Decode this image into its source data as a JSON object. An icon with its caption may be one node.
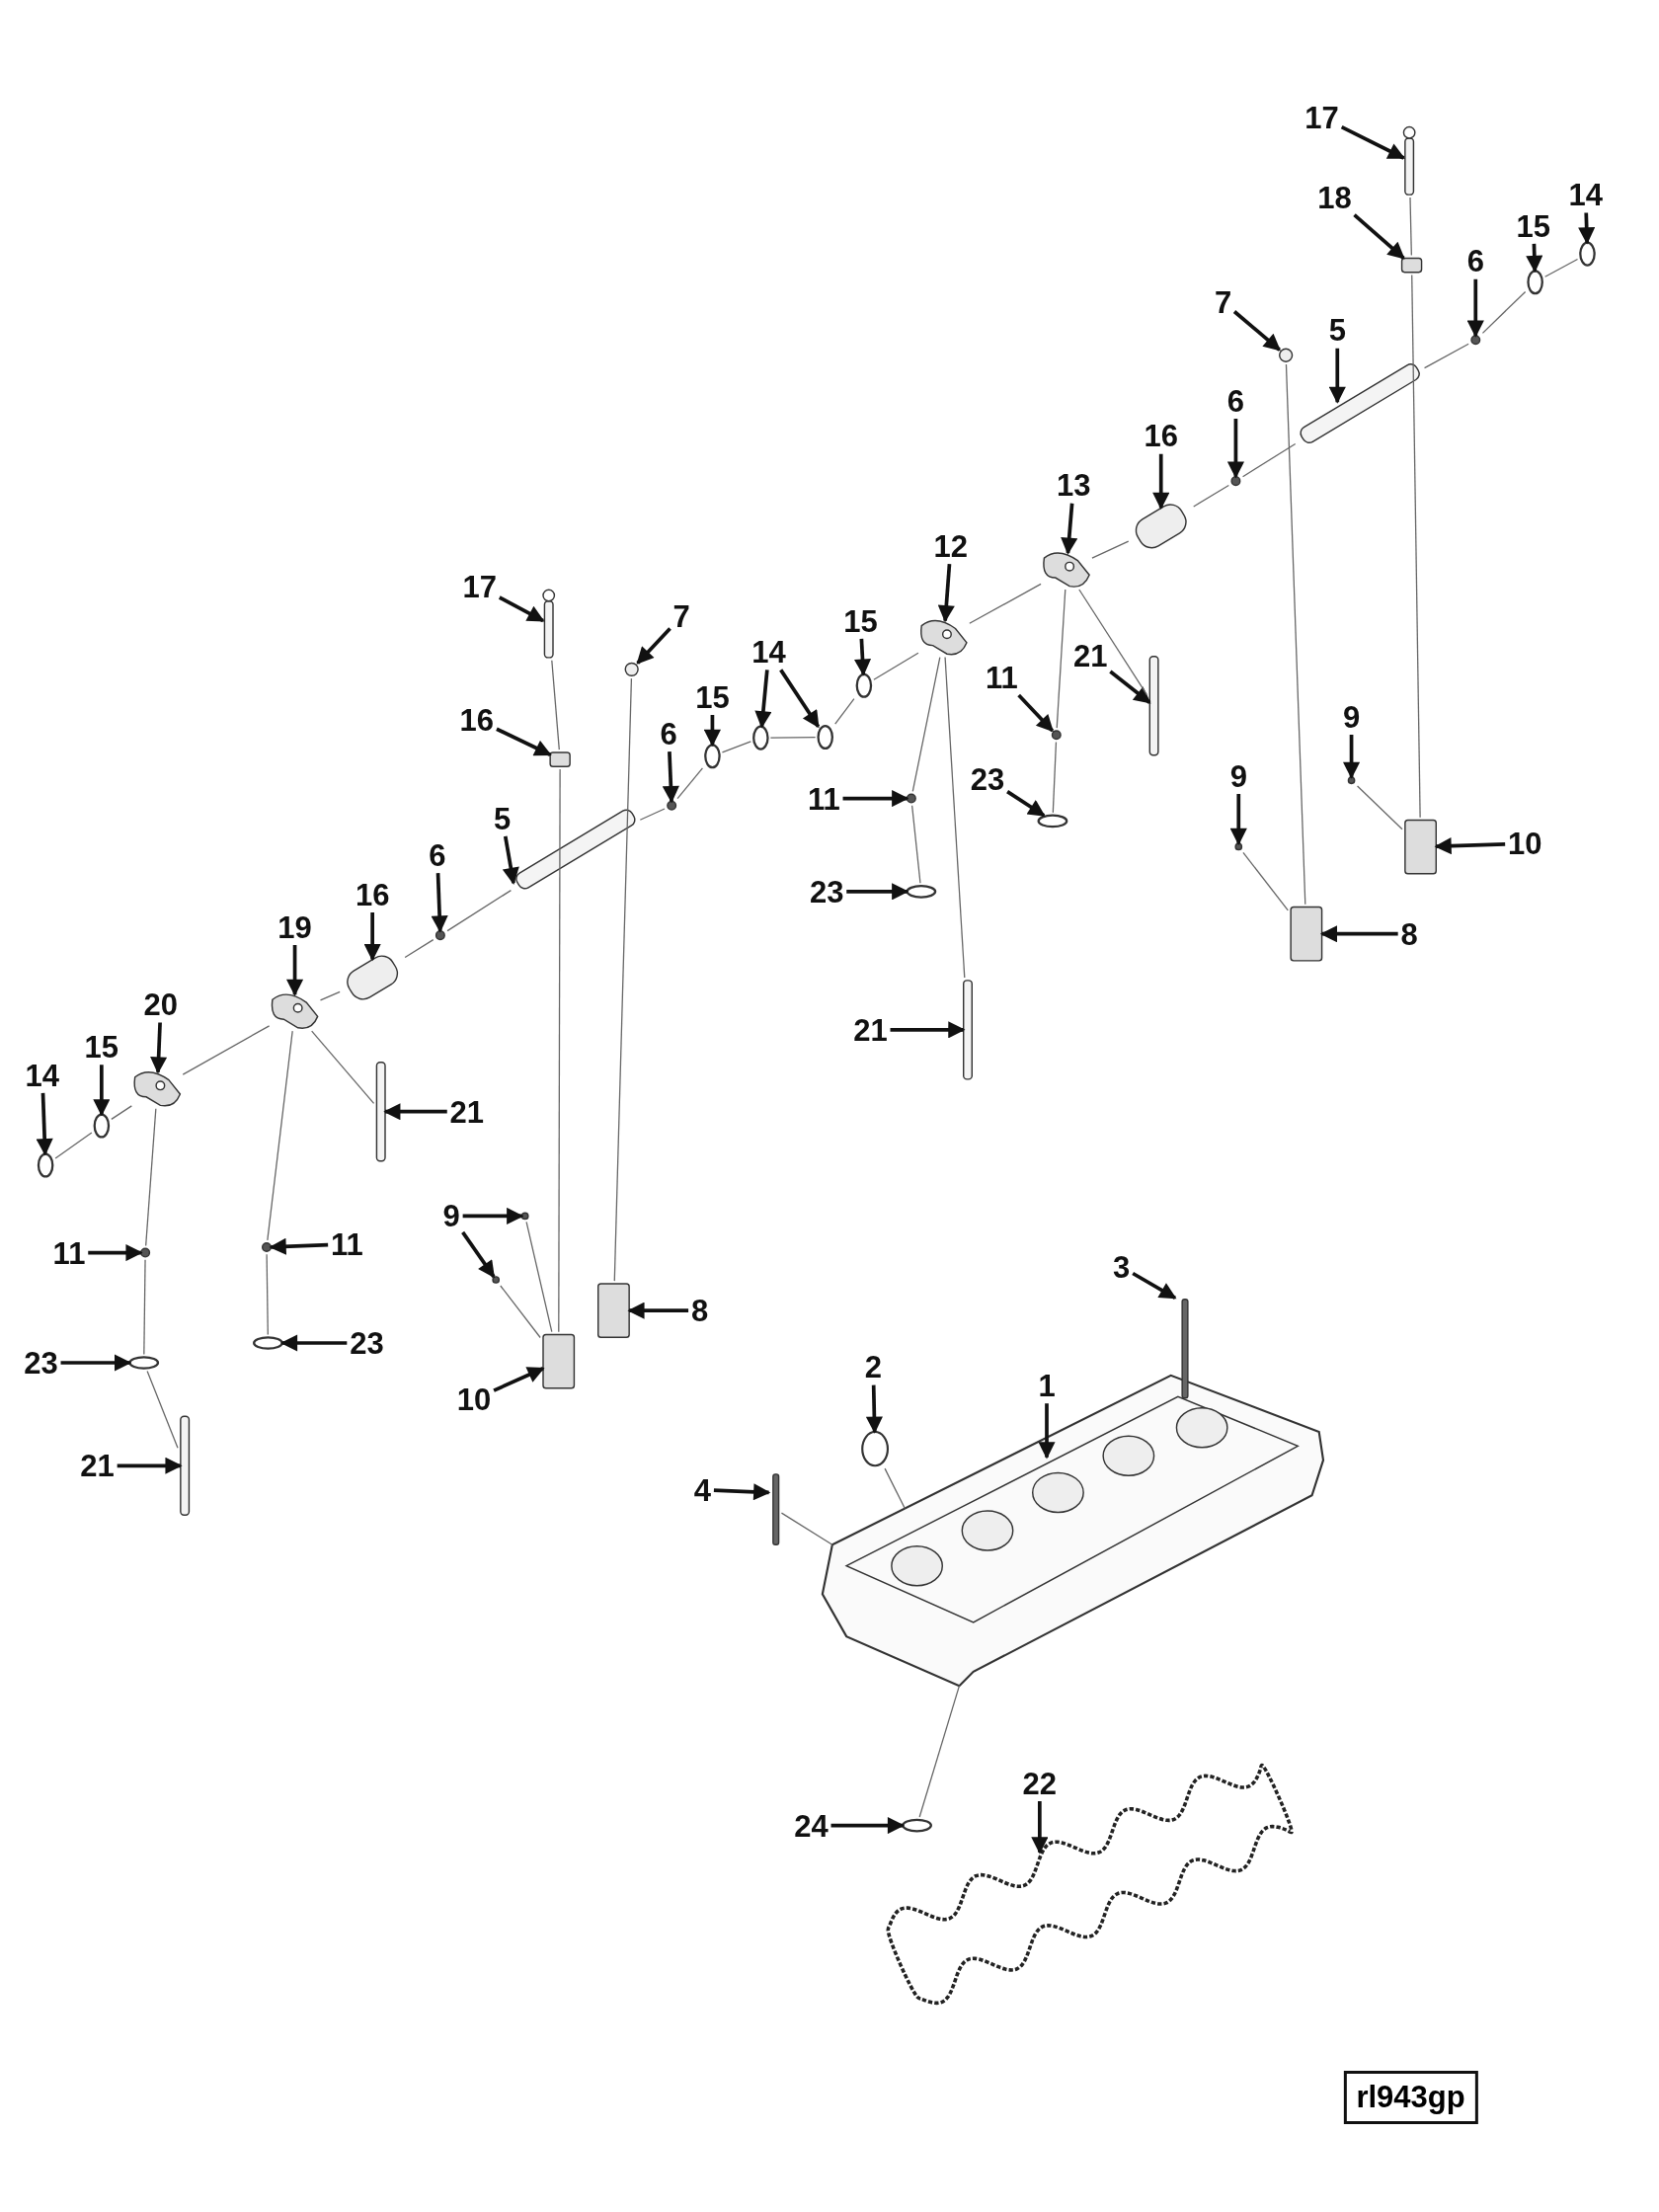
{
  "diagram": {
    "nodes": [
      {
        "text": [
          "17"
        ]
      },
      {
        "text": [
          "18"
        ]
      },
      {
        "text": [
          "14"
        ]
      },
      {
        "text": [
          "15"
        ]
      },
      {
        "text": [
          "6"
        ]
      },
      {
        "text": [
          "7"
        ]
      },
      {
        "text": [
          "5"
        ]
      },
      {
        "text": [
          "16"
        ]
      },
      {
        "text": [
          "6"
        ]
      },
      {
        "text": [
          "13"
        ]
      },
      {
        "text": [
          "12"
        ]
      },
      {
        "text": [
          "15"
        ]
      },
      {
        "text": [
          "14"
        ]
      },
      {
        "text": [
          "15"
        ]
      },
      {
        "text": [
          "6"
        ]
      },
      {
        "text": [
          "7"
        ]
      },
      {
        "text": [
          "17"
        ]
      },
      {
        "text": [
          "16"
        ]
      },
      {
        "text": [
          "5"
        ]
      },
      {
        "text": [
          "6"
        ]
      },
      {
        "text": [
          "16"
        ]
      },
      {
        "text": [
          "19"
        ]
      },
      {
        "text": [
          "20"
        ]
      },
      {
        "text": [
          "15"
        ]
      },
      {
        "text": [
          "14"
        ]
      },
      {
        "text": [
          "21"
        ]
      },
      {
        "text": [
          "11"
        ]
      },
      {
        "text": [
          "11"
        ]
      },
      {
        "text": [
          "23"
        ]
      },
      {
        "text": [
          "23"
        ]
      },
      {
        "text": [
          "21"
        ]
      },
      {
        "text": [
          "9"
        ]
      },
      {
        "text": [
          "10"
        ]
      },
      {
        "text": [
          "8"
        ]
      },
      {
        "text": [
          "11"
        ]
      },
      {
        "text": [
          "23"
        ]
      },
      {
        "text": [
          "21"
        ]
      },
      {
        "text": [
          "11"
        ]
      },
      {
        "text": [
          "23"
        ]
      },
      {
        "text": [
          "21"
        ]
      },
      {
        "text": [
          "9"
        ]
      },
      {
        "text": [
          "9"
        ]
      },
      {
        "text": [
          "10"
        ]
      },
      {
        "text": [
          "8"
        ]
      },
      {
        "text": [
          "3"
        ]
      },
      {
        "text": [
          "2"
        ]
      },
      {
        "text": [
          "1"
        ]
      },
      {
        "text": [
          "4"
        ]
      },
      {
        "text": [
          "24"
        ]
      },
      {
        "text": [
          "22"
        ]
      },
      {
        "text": [
          "rl943gp"
        ]
      },
      {
        "text": [],
        "shape": "bar"
      },
      {
        "text": [],
        "shape": "box"
      },
      {
        "text": [],
        "shape": "circle"
      },
      {
        "text": [],
        "shape": "circle"
      },
      {
        "text": [],
        "shape": "circle"
      },
      {
        "text": [],
        "shape": "circle"
      },
      {
        "text": [],
        "shape": "bar"
      },
      {
        "text": [],
        "shape": "cylinder"
      },
      {
        "text": [],
        "shape": "circle"
      },
      {
        "text": [],
        "shape": "picture"
      },
      {
        "text": [],
        "shape": "picture"
      },
      {
        "text": [],
        "shape": "circle"
      },
      {
        "text": [],
        "shape": "circle"
      },
      {
        "text": [],
        "shape": "circle"
      },
      {
        "text": [],
        "shape": "circle"
      },
      {
        "text": [],
        "shape": "circle"
      },
      {
        "text": [],
        "shape": "circle"
      },
      {
        "text": [],
        "shape": "bar"
      },
      {
        "text": [],
        "shape": "box"
      },
      {
        "text": [],
        "shape": "bar"
      },
      {
        "text": [],
        "shape": "circle"
      },
      {
        "text": [],
        "shape": "cylinder"
      },
      {
        "text": [],
        "shape": "picture"
      },
      {
        "text": [],
        "shape": "picture"
      },
      {
        "text": [],
        "shape": "circle"
      },
      {
        "text": [],
        "shape": "circle"
      },
      {
        "text": [],
        "shape": "bar"
      },
      {
        "text": [],
        "shape": "circle"
      },
      {
        "text": [],
        "shape": "circle"
      },
      {
        "text": [],
        "shape": "circle"
      },
      {
        "text": [],
        "shape": "circle"
      },
      {
        "text": [],
        "shape": "bar"
      },
      {
        "text": [],
        "shape": "circle"
      },
      {
        "text": [],
        "shape": "circle"
      },
      {
        "text": [],
        "shape": "box"
      },
      {
        "text": [],
        "shape": "box"
      },
      {
        "text": [],
        "shape": "circle"
      },
      {
        "text": [],
        "shape": "circle"
      },
      {
        "text": [],
        "shape": "bar"
      },
      {
        "text": [],
        "shape": "circle"
      },
      {
        "text": [],
        "shape": "circle"
      },
      {
        "text": [],
        "shape": "bar"
      },
      {
        "text": [],
        "shape": "circle"
      },
      {
        "text": [],
        "shape": "circle"
      },
      {
        "text": [],
        "shape": "box"
      },
      {
        "text": [],
        "shape": "box"
      },
      {
        "text": [],
        "shape": "bar"
      },
      {
        "text": [],
        "shape": "circle"
      },
      {
        "text": [],
        "shape": "picture"
      },
      {
        "text": [],
        "shape": "bar"
      },
      {
        "text": [],
        "shape": "circle"
      },
      {
        "text": [],
        "shape": "picture"
      }
    ],
    "edges": [
      {
        "from": 0,
        "to": 51,
        "arrow": "to"
      },
      {
        "from": 1,
        "to": 52,
        "arrow": "to"
      },
      {
        "from": 2,
        "to": 53,
        "arrow": "to"
      },
      {
        "from": 3,
        "to": 54,
        "arrow": "to"
      },
      {
        "from": 4,
        "to": 55,
        "arrow": "to"
      },
      {
        "from": 5,
        "to": 56,
        "arrow": "to"
      },
      {
        "from": 6,
        "to": 57,
        "arrow": "to"
      },
      {
        "from": 7,
        "to": 58,
        "arrow": "to"
      },
      {
        "from": 8,
        "to": 59,
        "arrow": "to"
      },
      {
        "from": 9,
        "to": 60,
        "arrow": "to"
      },
      {
        "from": 10,
        "to": 61,
        "arrow": "to"
      },
      {
        "from": 11,
        "to": 62,
        "arrow": "to"
      },
      {
        "from": 12,
        "to": 63,
        "arrow": "to"
      },
      {
        "from": 12,
        "to": 64,
        "arrow": "to"
      },
      {
        "from": 13,
        "to": 65,
        "arrow": "to"
      },
      {
        "from": 14,
        "to": 66,
        "arrow": "to"
      },
      {
        "from": 15,
        "to": 67,
        "arrow": "to"
      },
      {
        "from": 16,
        "to": 68,
        "arrow": "to"
      },
      {
        "from": 17,
        "to": 69,
        "arrow": "to"
      },
      {
        "from": 18,
        "to": 70,
        "arrow": "to"
      },
      {
        "from": 19,
        "to": 71,
        "arrow": "to"
      },
      {
        "from": 20,
        "to": 72,
        "arrow": "to"
      },
      {
        "from": 21,
        "to": 73,
        "arrow": "to"
      },
      {
        "from": 22,
        "to": 74,
        "arrow": "to"
      },
      {
        "from": 23,
        "to": 75,
        "arrow": "to"
      },
      {
        "from": 24,
        "to": 76,
        "arrow": "to"
      },
      {
        "from": 25,
        "to": 77,
        "arrow": "to"
      },
      {
        "from": 26,
        "to": 78,
        "arrow": "to"
      },
      {
        "from": 27,
        "to": 79,
        "arrow": "to"
      },
      {
        "from": 28,
        "to": 80,
        "arrow": "to"
      },
      {
        "from": 29,
        "to": 81,
        "arrow": "to"
      },
      {
        "from": 30,
        "to": 82,
        "arrow": "to"
      },
      {
        "from": 31,
        "to": 83,
        "arrow": "to"
      },
      {
        "from": 31,
        "to": 84,
        "arrow": "to"
      },
      {
        "from": 32,
        "to": 85,
        "arrow": "to"
      },
      {
        "from": 33,
        "to": 86,
        "arrow": "to"
      },
      {
        "from": 34,
        "to": 87,
        "arrow": "to"
      },
      {
        "from": 35,
        "to": 88,
        "arrow": "to"
      },
      {
        "from": 36,
        "to": 89,
        "arrow": "to"
      },
      {
        "from": 37,
        "to": 90,
        "arrow": "to"
      },
      {
        "from": 38,
        "to": 91,
        "arrow": "to"
      },
      {
        "from": 39,
        "to": 92,
        "arrow": "to"
      },
      {
        "from": 40,
        "to": 93,
        "arrow": "to"
      },
      {
        "from": 41,
        "to": 94,
        "arrow": "to"
      },
      {
        "from": 42,
        "to": 95,
        "arrow": "to"
      },
      {
        "from": 43,
        "to": 96,
        "arrow": "to"
      },
      {
        "from": 44,
        "to": 97,
        "arrow": "to"
      },
      {
        "from": 45,
        "to": 98,
        "arrow": "to"
      },
      {
        "from": 46,
        "to": 99,
        "arrow": "to"
      },
      {
        "from": 47,
        "to": 100,
        "arrow": "to"
      },
      {
        "from": 48,
        "to": 101,
        "arrow": "to"
      },
      {
        "from": 49,
        "to": 102,
        "arrow": "to"
      },
      {
        "from": 76,
        "to": 75,
        "arrow": "none",
        "color": "#666666"
      },
      {
        "from": 75,
        "to": 74,
        "arrow": "none",
        "color": "#666666"
      },
      {
        "from": 74,
        "to": 73,
        "arrow": "none",
        "color": "#666666"
      },
      {
        "from": 73,
        "to": 72,
        "arrow": "none",
        "color": "#666666"
      },
      {
        "from": 72,
        "to": 71,
        "arrow": "none",
        "color": "#666666"
      },
      {
        "from": 71,
        "to": 70,
        "arrow": "none",
        "color": "#666666"
      },
      {
        "from": 70,
        "to": 66,
        "arrow": "none",
        "color": "#666666"
      },
      {
        "from": 66,
        "to": 65,
        "arrow": "none",
        "color": "#666666"
      },
      {
        "from": 65,
        "to": 63,
        "arrow": "none",
        "color": "#666666"
      },
      {
        "from": 63,
        "to": 64,
        "arrow": "none",
        "color": "#666666"
      },
      {
        "from": 64,
        "to": 62,
        "arrow": "none",
        "color": "#666666"
      },
      {
        "from": 62,
        "to": 61,
        "arrow": "none",
        "color": "#666666"
      },
      {
        "from": 61,
        "to": 60,
        "arrow": "none",
        "color": "#666666"
      },
      {
        "from": 60,
        "to": 58,
        "arrow": "none",
        "color": "#666666"
      },
      {
        "from": 58,
        "to": 59,
        "arrow": "none",
        "color": "#666666"
      },
      {
        "from": 59,
        "to": 57,
        "arrow": "none",
        "color": "#666666"
      },
      {
        "from": 57,
        "to": 55,
        "arrow": "none",
        "color": "#666666"
      },
      {
        "from": 55,
        "to": 54,
        "arrow": "none",
        "color": "#666666"
      },
      {
        "from": 54,
        "to": 53,
        "arrow": "none",
        "color": "#666666"
      },
      {
        "from": 68,
        "to": 69,
        "arrow": "none",
        "color": "#666666"
      },
      {
        "from": 69,
        "to": 85,
        "arrow": "none",
        "color": "#666666"
      },
      {
        "from": 51,
        "to": 52,
        "arrow": "none",
        "color": "#666666"
      },
      {
        "from": 52,
        "to": 95,
        "arrow": "none",
        "color": "#666666"
      },
      {
        "from": 67,
        "to": 86,
        "arrow": "none",
        "color": "#666666"
      },
      {
        "from": 56,
        "to": 96,
        "arrow": "none",
        "color": "#666666"
      },
      {
        "from": 74,
        "to": 78,
        "arrow": "none",
        "color": "#666666"
      },
      {
        "from": 78,
        "to": 80,
        "arrow": "none",
        "color": "#666666"
      },
      {
        "from": 80,
        "to": 82,
        "arrow": "none",
        "color": "#666666"
      },
      {
        "from": 73,
        "to": 79,
        "arrow": "none",
        "color": "#666666"
      },
      {
        "from": 79,
        "to": 81,
        "arrow": "none",
        "color": "#666666"
      },
      {
        "from": 73,
        "to": 77,
        "arrow": "none",
        "color": "#666666"
      },
      {
        "from": 61,
        "to": 87,
        "arrow": "none",
        "color": "#666666"
      },
      {
        "from": 87,
        "to": 88,
        "arrow": "none",
        "color": "#666666"
      },
      {
        "from": 61,
        "to": 89,
        "arrow": "none",
        "color": "#666666"
      },
      {
        "from": 60,
        "to": 90,
        "arrow": "none",
        "color": "#666666"
      },
      {
        "from": 90,
        "to": 91,
        "arrow": "none",
        "color": "#666666"
      },
      {
        "from": 60,
        "to": 92,
        "arrow": "none",
        "color": "#666666"
      },
      {
        "from": 83,
        "to": 85,
        "arrow": "none",
        "color": "#666666"
      },
      {
        "from": 84,
        "to": 85,
        "arrow": "none",
        "color": "#666666"
      },
      {
        "from": 93,
        "to": 96,
        "arrow": "none",
        "color": "#666666"
      },
      {
        "from": 94,
        "to": 95,
        "arrow": "none",
        "color": "#666666"
      },
      {
        "from": 98,
        "to": 99,
        "arrow": "none",
        "color": "#666666"
      },
      {
        "from": 100,
        "to": 99,
        "arrow": "none",
        "color": "#666666"
      },
      {
        "from": 99,
        "to": 101,
        "arrow": "none",
        "color": "#666666"
      }
    ]
  }
}
